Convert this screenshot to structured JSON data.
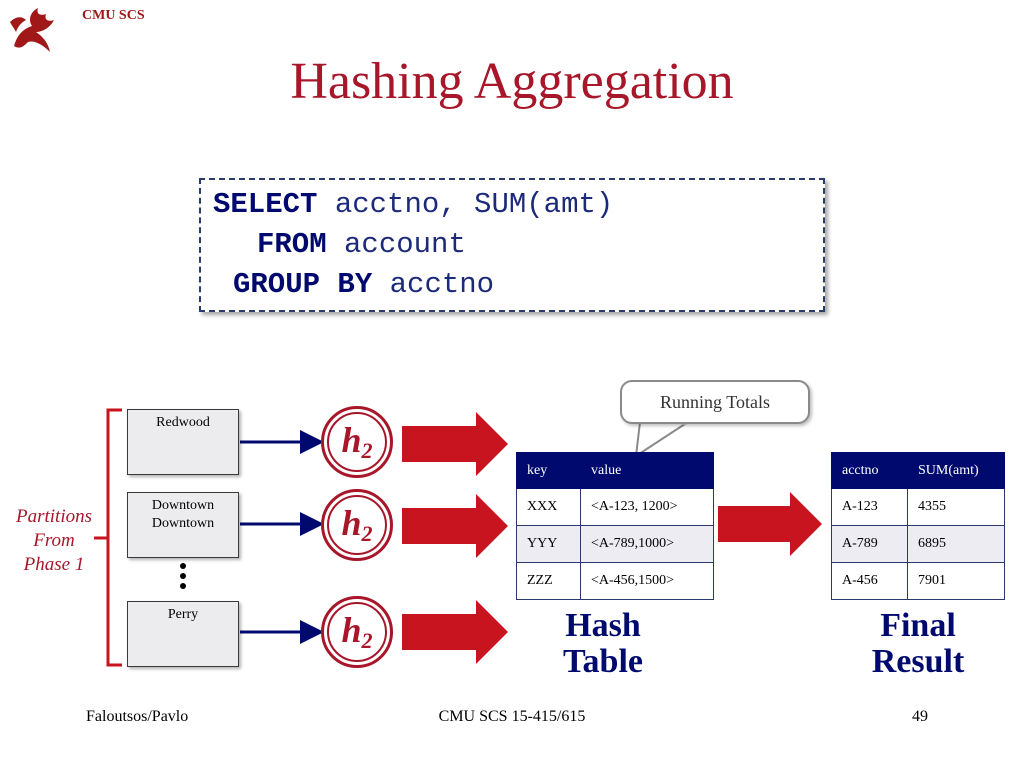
{
  "header": {
    "org": "CMU SCS"
  },
  "slide": {
    "title": "Hashing Aggregation"
  },
  "sql": {
    "line1_kw": "SELECT",
    "line1_code": "acctno, SUM(amt)",
    "line2_kw": "FROM",
    "line2_code": "account",
    "line3_kw": "GROUP BY",
    "line3_code": "acctno"
  },
  "callout": {
    "text": "Running Totals"
  },
  "partitions": {
    "label_lines": [
      "Partitions",
      "From",
      "Phase 1"
    ],
    "items": [
      {
        "text": "Redwood"
      },
      {
        "text": "Downtown\nDowntown"
      },
      {
        "text": "Perry"
      }
    ]
  },
  "hash": {
    "symbol": "h",
    "subscript": "2"
  },
  "hash_table": {
    "headers": [
      "key",
      "value"
    ],
    "rows": [
      [
        "XXX",
        "<A-123, 1200>"
      ],
      [
        "YYY",
        "<A-789,1000>"
      ],
      [
        "ZZZ",
        "<A-456,1500>"
      ]
    ],
    "label": "Hash Table"
  },
  "final_result": {
    "headers": [
      "acctno",
      "SUM(amt)"
    ],
    "rows": [
      [
        "A-123",
        "4355"
      ],
      [
        "A-789",
        "6895"
      ],
      [
        "A-456",
        "7901"
      ]
    ],
    "label": "Final Result"
  },
  "footer": {
    "left": "Faloutsos/Pavlo",
    "center": "CMU SCS 15-415/615",
    "page": "49"
  },
  "colors": {
    "title": "#a8162a",
    "keyword": "#000a6e",
    "arrow": "#c8141e",
    "table_header": "#000a6e"
  }
}
